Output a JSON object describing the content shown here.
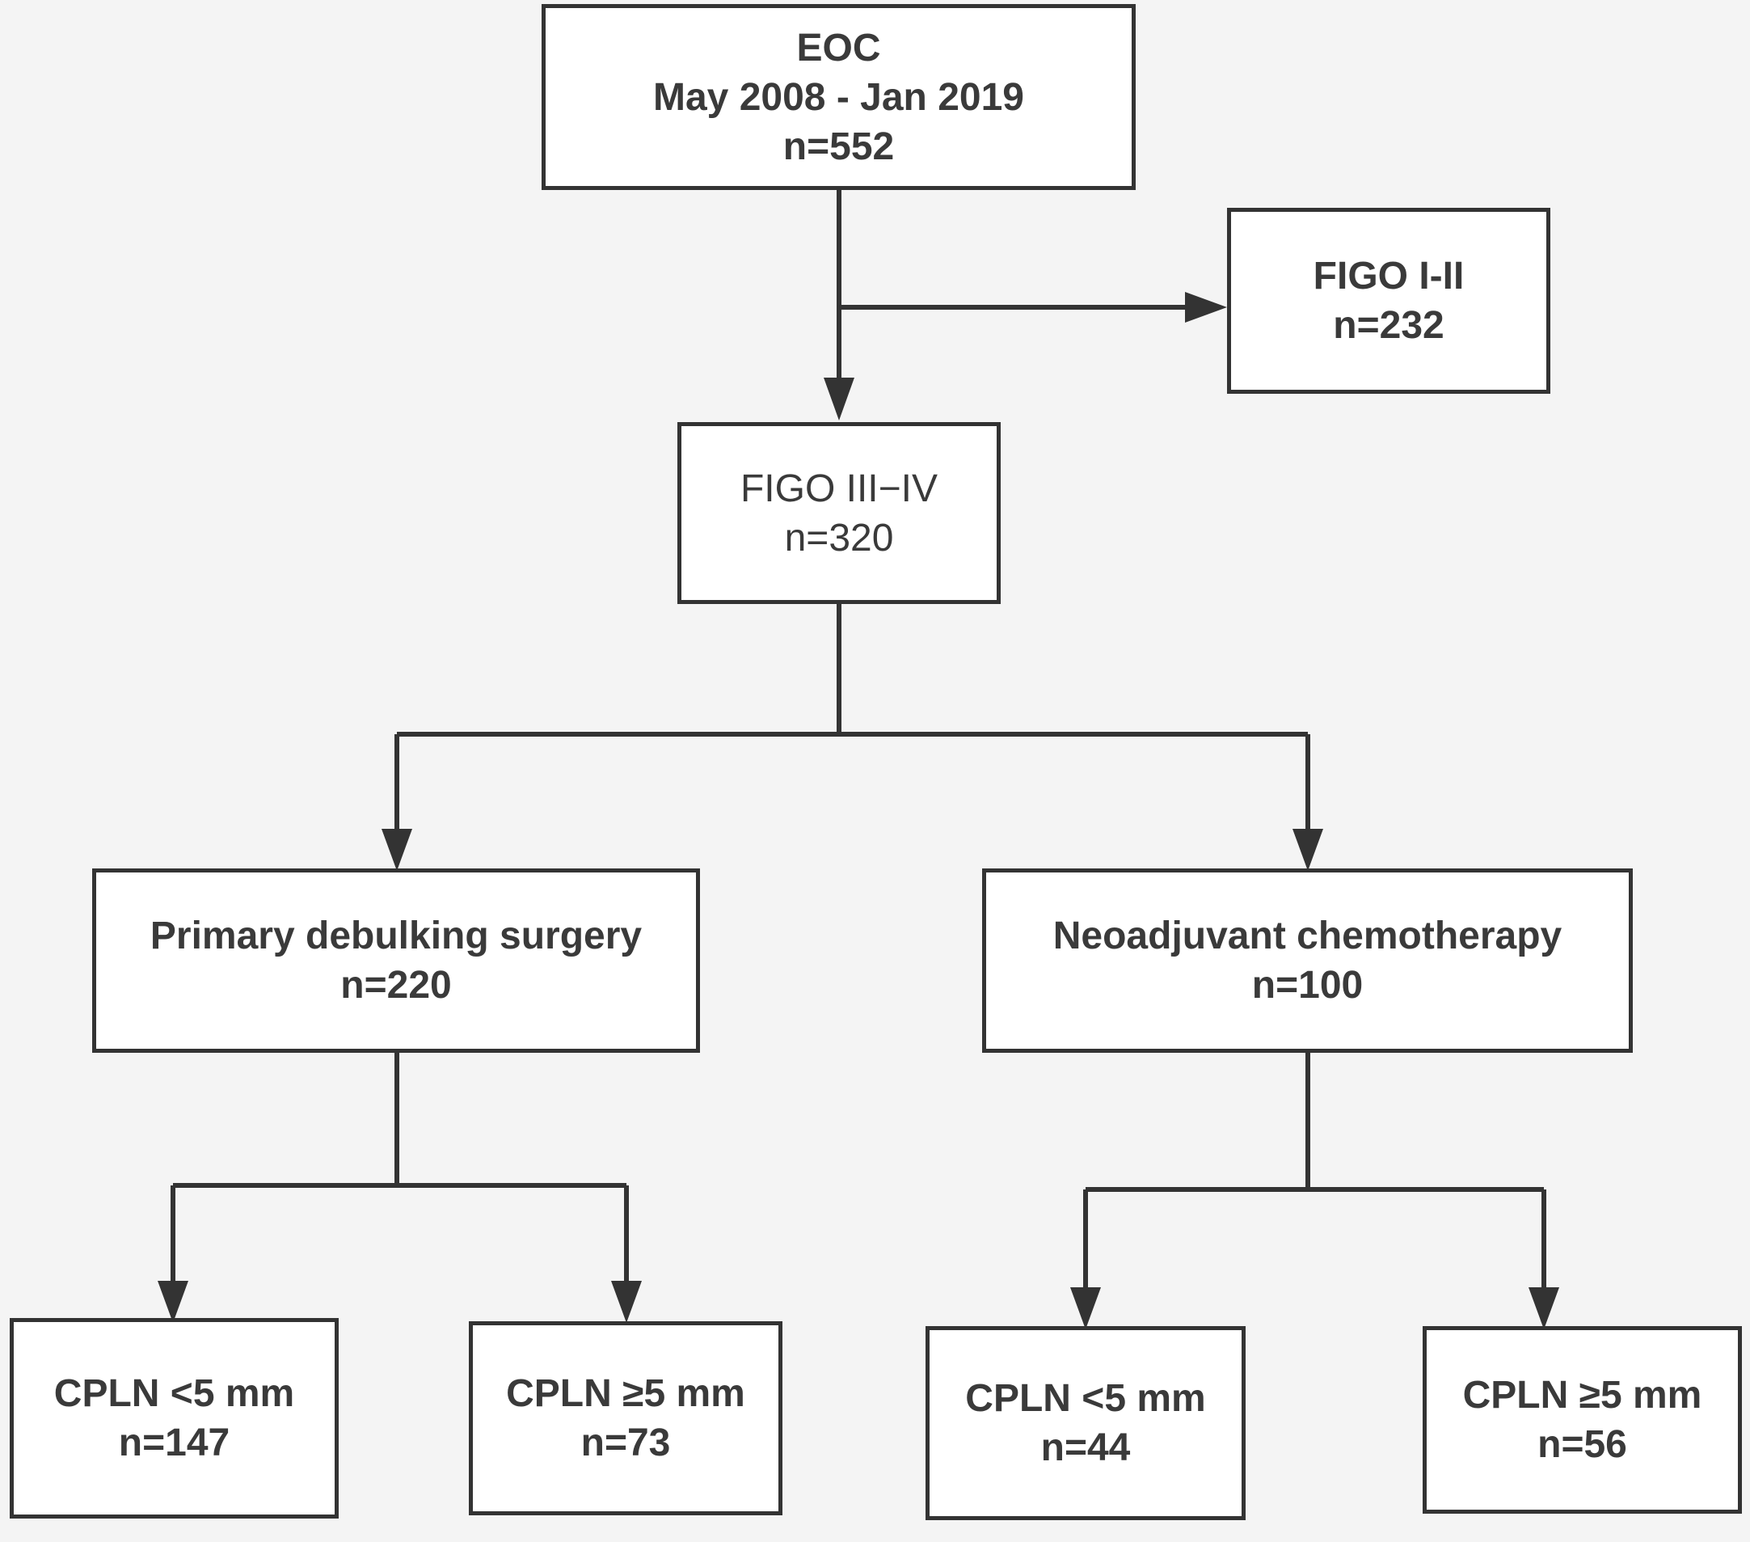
{
  "diagram": {
    "boxes": {
      "eoc": {
        "lines": [
          "EOC",
          "May 2008 - Jan 2019",
          "n=552"
        ]
      },
      "figo_1_2": {
        "lines": [
          "FIGO I-II",
          "n=232"
        ]
      },
      "figo_3_4": {
        "lines": [
          "FIGO III−IV",
          "n=320"
        ]
      },
      "pds": {
        "lines": [
          "Primary debulking surgery",
          "n=220"
        ]
      },
      "nact": {
        "lines": [
          "Neoadjuvant chemotherapy",
          "n=100"
        ]
      },
      "pds_lt5": {
        "lines": [
          "CPLN <5 mm",
          "n=147"
        ]
      },
      "pds_ge5": {
        "lines": [
          "CPLN ≥5 mm",
          "n=73"
        ]
      },
      "nact_lt5": {
        "lines": [
          "CPLN <5 mm",
          "n=44"
        ]
      },
      "nact_ge5": {
        "lines": [
          "CPLN ≥5 mm",
          "n=56"
        ]
      }
    },
    "line_color": "#333333"
  }
}
